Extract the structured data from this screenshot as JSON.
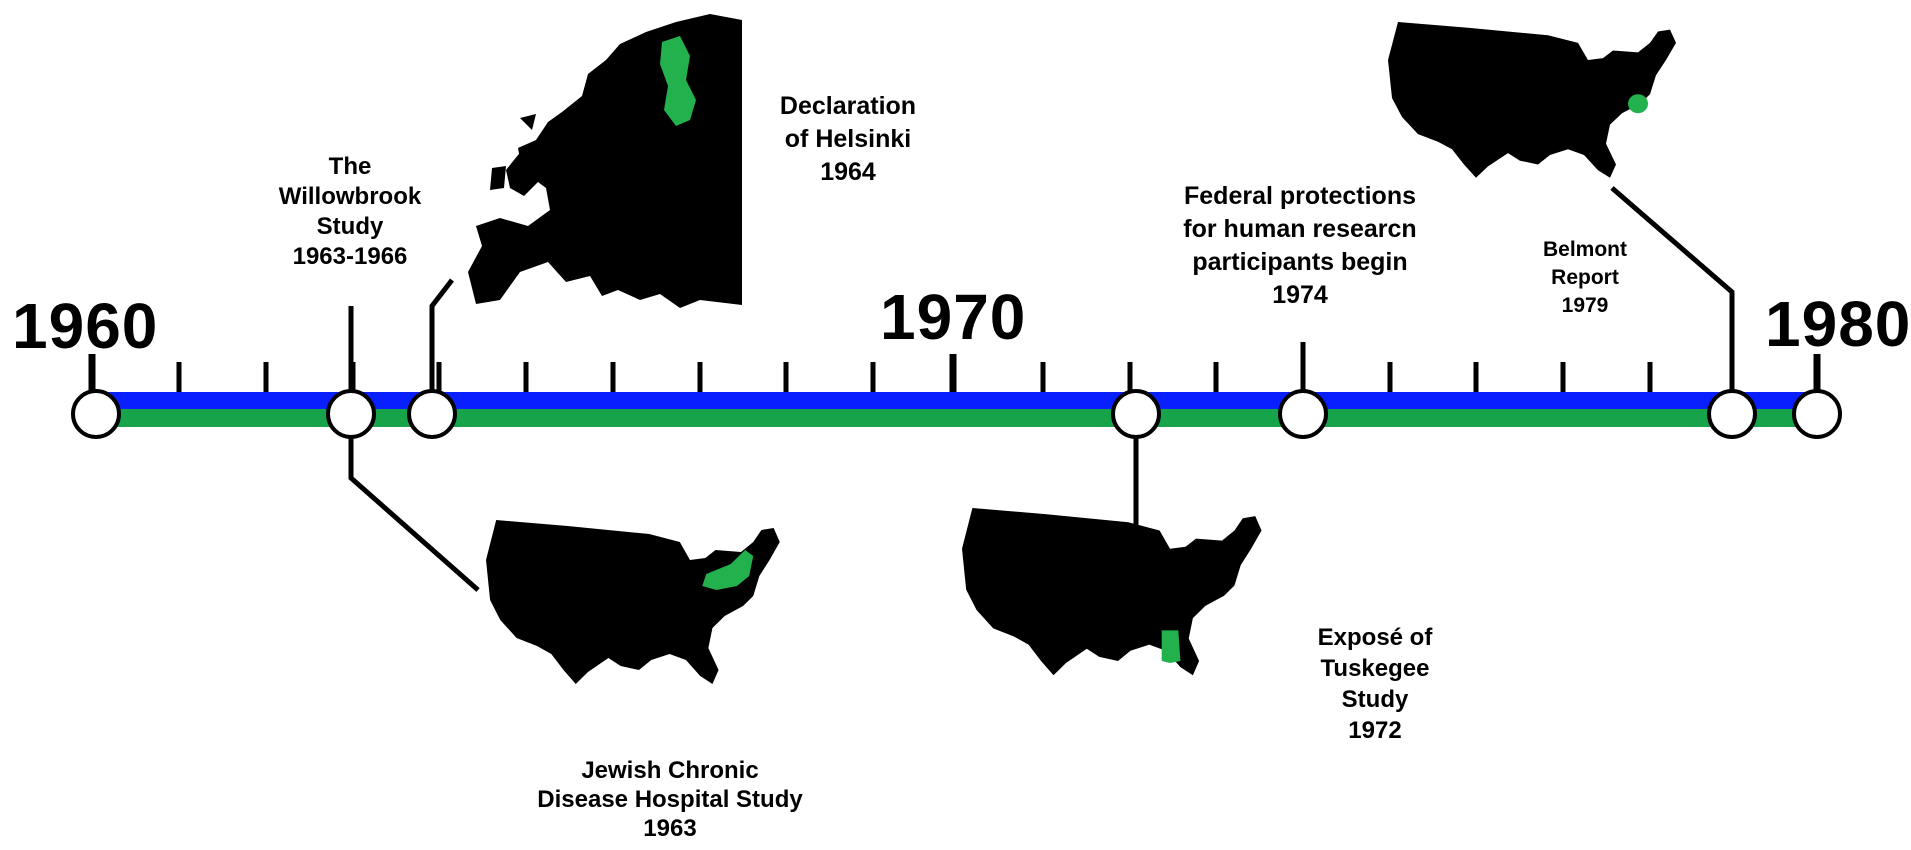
{
  "timeline": {
    "colors": {
      "upper_band": "#0a1fff",
      "lower_band": "#16a34a",
      "highlight": "#22b14c",
      "ink": "#000000"
    },
    "year_labels": [
      "1960",
      "1970",
      "1980"
    ]
  },
  "events": {
    "willowbrook": {
      "line1": "The",
      "line2": "Willowbrook",
      "line3": "Study",
      "line4": "1963-1966",
      "map": "usa-map-new-york-highlighted"
    },
    "helsinki": {
      "line1": "Declaration",
      "line2": "of Helsinki",
      "line3": "1964",
      "map": "europe-map-finland-highlighted"
    },
    "jewish_chronic": {
      "line1": "Jewish Chronic",
      "line2": "Disease Hospital Study",
      "line3": "1963",
      "map": "usa-map-new-york-highlighted"
    },
    "tuskegee": {
      "line1": "Exposé of",
      "line2": "Tuskegee",
      "line3": "Study",
      "line4": "1972",
      "map": "usa-map-alabama-highlighted"
    },
    "federal": {
      "line1": "Federal protections",
      "line2": "for human researcn",
      "line3": "participants begin",
      "line4": "1974"
    },
    "belmont": {
      "line1": "Belmont",
      "line2": "Report",
      "line3": "1979",
      "map": "usa-map-maryland-highlighted"
    }
  }
}
